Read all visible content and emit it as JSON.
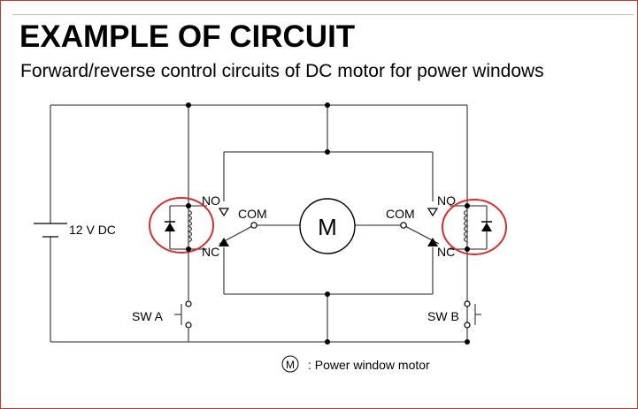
{
  "title": "EXAMPLE OF CIRCUIT",
  "subtitle": "Forward/reverse control circuits of DC motor for power windows",
  "diagram": {
    "supply_label": "12 V DC",
    "motor_label": "M",
    "left_relay": {
      "no_label": "NO",
      "com_label": "COM",
      "nc_label": "NC"
    },
    "right_relay": {
      "no_label": "NO",
      "com_label": "COM",
      "nc_label": "NC"
    },
    "switch_a_label": "SW A",
    "switch_b_label": "SW B",
    "legend": {
      "symbol": "M",
      "text": ": Power window motor"
    },
    "highlight_color": "#d32f2f",
    "wire_color": "#4a4a4a"
  }
}
